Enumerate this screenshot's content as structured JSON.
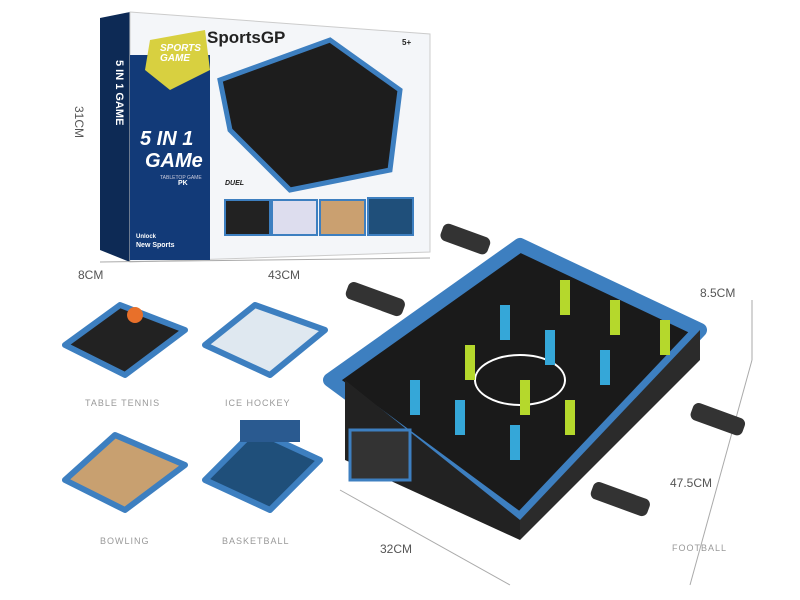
{
  "box": {
    "brand": "SportsGP",
    "badge_line1": "SPORTS",
    "badge_line2": "GAME",
    "title_line1": "5 IN 1",
    "title_line2": "GAMe",
    "subtitle": "TABLETOP GAME",
    "side_text": "5 IN 1 GAME",
    "age": "5+",
    "duel": "DUEL",
    "pk": "PK",
    "unlock": "Unlock",
    "new_sports": "New Sports"
  },
  "dimensions": {
    "box_height": "31CM",
    "box_depth": "8CM",
    "box_width": "43CM",
    "table_height": "8.5CM",
    "table_length": "47.5CM",
    "table_width": "32CM"
  },
  "games": [
    "TABLE TENNIS",
    "ICE HOCKEY",
    "BOWLING",
    "BASKETBALL",
    "FOOTBALL"
  ],
  "colors": {
    "box_blue": "#1c5fb0",
    "navy": "#0d2a55",
    "table_black": "#1a1a1a",
    "frame_blue": "#3d7fc0",
    "player_blue": "#35a7d8",
    "player_green": "#b5d82c"
  }
}
